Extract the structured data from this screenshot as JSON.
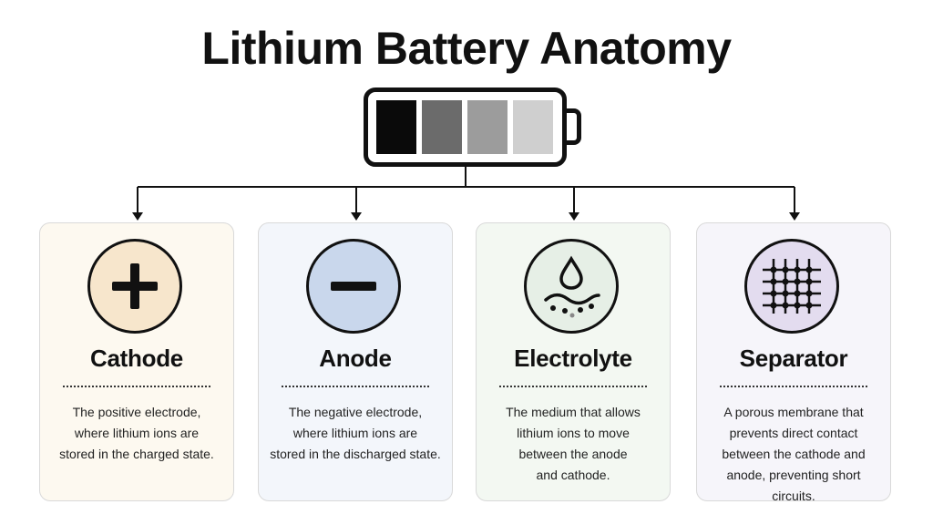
{
  "title": "Lithium Battery Anatomy",
  "battery": {
    "cell_colors": [
      "#0a0a0a",
      "#6b6b6b",
      "#9c9c9c",
      "#cfcfcf"
    ]
  },
  "components": [
    {
      "name": "Cathode",
      "icon": "plus-icon",
      "icon_bg": "#f7e6cc",
      "card_bg": "#fdf9f0",
      "description": [
        "The positive electrode,",
        "where lithium ions are",
        "stored in the charged state."
      ]
    },
    {
      "name": "Anode",
      "icon": "minus-icon",
      "icon_bg": "#c9d7ec",
      "card_bg": "#f3f6fb",
      "description": [
        "The negative electrode,",
        "where lithium ions are",
        "stored in the discharged state."
      ]
    },
    {
      "name": "Electrolyte",
      "icon": "droplet-icon",
      "icon_bg": "#e6efe6",
      "card_bg": "#f3f8f2",
      "description": [
        "The medium that allows",
        "lithium ions to move",
        "between the anode",
        "and cathode."
      ]
    },
    {
      "name": "Separator",
      "icon": "grid-membrane-icon",
      "icon_bg": "#e3dcef",
      "card_bg": "#f6f5fa",
      "description": [
        "A porous membrane that",
        "prevents direct contact",
        "between the cathode and",
        "anode, preventing short circuits."
      ]
    }
  ]
}
